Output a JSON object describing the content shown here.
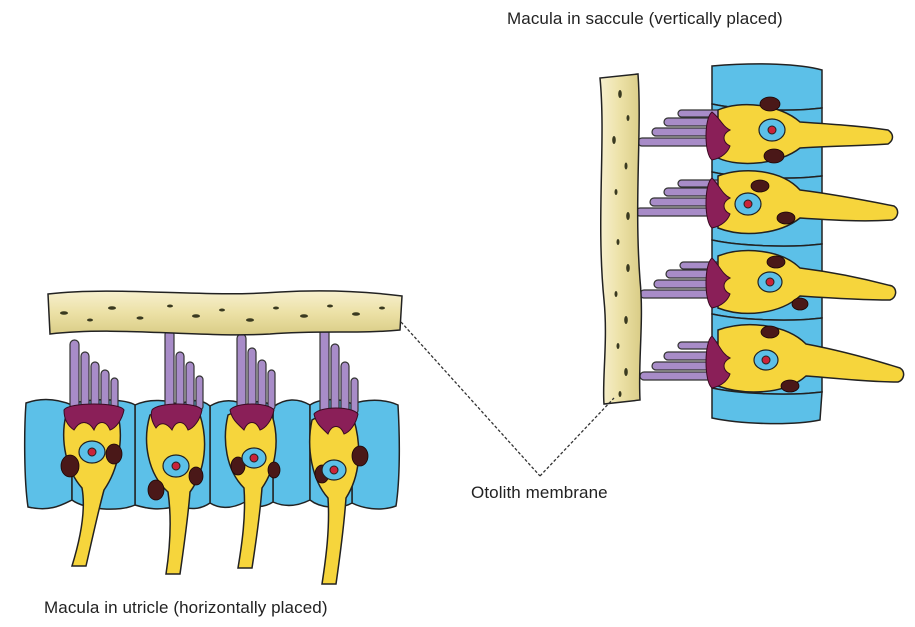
{
  "labels": {
    "saccule": "Macula in saccule (vertically placed)",
    "otolith": "Otolith membrane",
    "utricle": "Macula in utricle (horizontally placed)"
  },
  "colors": {
    "membrane": "#efe6b0",
    "support_cell": "#5cc0e8",
    "hair_cell": "#f6d53c",
    "hair_bundle": "#a88cc8",
    "cuticular_plate": "#8a1f58",
    "granule": "#4a1818",
    "nucleus": "#c9243a",
    "outline": "#222222"
  }
}
